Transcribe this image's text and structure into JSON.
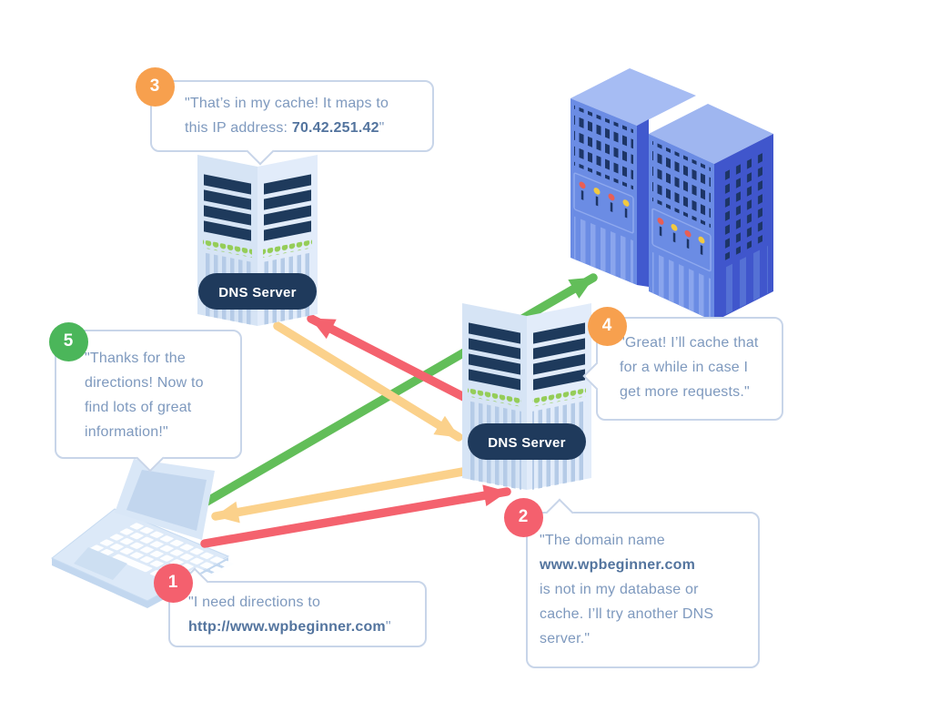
{
  "title": "DNS lookup process diagram",
  "colors": {
    "background": "#ffffff",
    "bubble_border": "#C8D5E9",
    "text": "#7E99BE",
    "text_bold": "#53749E",
    "badge_red": "#F4606E",
    "badge_orange": "#F7A04E",
    "badge_green": "#4BB65A",
    "arrow_red": "#F4626E",
    "arrow_yellow": "#FBD18B",
    "arrow_green": "#62BE59",
    "server_navy": "#1E3A5C",
    "dns_body_left": "#D6E4F5",
    "dns_body_right": "#E2ECFA",
    "dns_stripe": "#B5CBE7",
    "dns_dot_green": "#95CD58",
    "web_front": "#6B8CE4",
    "web_top": "#A6BCF3",
    "web_side": "#4056CC",
    "web_slot": "#1D3566",
    "light_red": "#E95F55",
    "light_yellow": "#F2C940"
  },
  "servers": {
    "dns1_label": "DNS Server",
    "dns2_label": "DNS Server"
  },
  "arrows": [
    {
      "name": "step1-query",
      "color": "#F4626E",
      "from": "laptop",
      "to": "dns-server-2"
    },
    {
      "name": "step2-forward-query",
      "color": "#F4626E",
      "from": "dns-server-2",
      "to": "dns-server-1"
    },
    {
      "name": "step3-answer",
      "color": "#FBD18B",
      "from": "dns-server-1",
      "to": "dns-server-2"
    },
    {
      "name": "step4-answer",
      "color": "#FBD18B",
      "from": "dns-server-2",
      "to": "laptop"
    },
    {
      "name": "step5-visit-site",
      "color": "#62BE59",
      "from": "laptop",
      "to": "web-servers"
    }
  ],
  "bubbles": {
    "b1": {
      "number": "1",
      "badge_color": "#F4606E",
      "lines": [
        [
          {
            "t": "\"I need directions to"
          }
        ],
        [
          {
            "t": "http://www.wpbeginner.com",
            "b": true
          },
          {
            "t": "\""
          }
        ]
      ]
    },
    "b2": {
      "number": "2",
      "badge_color": "#F4606E",
      "lines": [
        [
          {
            "t": "\"The domain name"
          }
        ],
        [
          {
            "t": "www.wpbeginner.com",
            "b": true
          }
        ],
        [
          {
            "t": "is not in my database or"
          }
        ],
        [
          {
            "t": "cache. I’ll try another DNS"
          }
        ],
        [
          {
            "t": "server.\""
          }
        ]
      ]
    },
    "b3": {
      "number": "3",
      "badge_color": "#F7A04E",
      "lines": [
        [
          {
            "t": "\"That’s in my cache! It maps to"
          }
        ],
        [
          {
            "t": "this IP address: "
          },
          {
            "t": "70.42.251.42",
            "b": true
          },
          {
            "t": "\""
          }
        ]
      ]
    },
    "b4": {
      "number": "4",
      "badge_color": "#F7A04E",
      "lines": [
        [
          {
            "t": "\"Great! I’ll cache that"
          }
        ],
        [
          {
            "t": "for a while in case I"
          }
        ],
        [
          {
            "t": "get more requests.\""
          }
        ]
      ]
    },
    "b5": {
      "number": "5",
      "badge_color": "#4BB65A",
      "lines": [
        [
          {
            "t": "\"Thanks for the"
          }
        ],
        [
          {
            "t": "directions! Now to"
          }
        ],
        [
          {
            "t": "find lots of great"
          }
        ],
        [
          {
            "t": "information!\""
          }
        ]
      ]
    }
  }
}
